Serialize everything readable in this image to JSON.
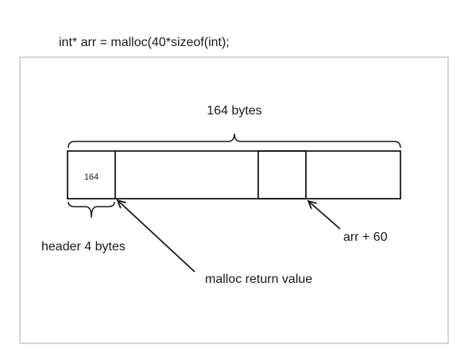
{
  "code": {
    "line": "int* arr = malloc(40*sizeof(int);"
  },
  "labels": {
    "total_size": "164 bytes",
    "header_value": "164",
    "header_size": "header 4 bytes",
    "return_value": "malloc return value",
    "offset": "arr + 60"
  },
  "colors": {
    "frame": "#c8c8c8",
    "stroke": "#1a1a1a",
    "text": "#1a1a1a"
  }
}
